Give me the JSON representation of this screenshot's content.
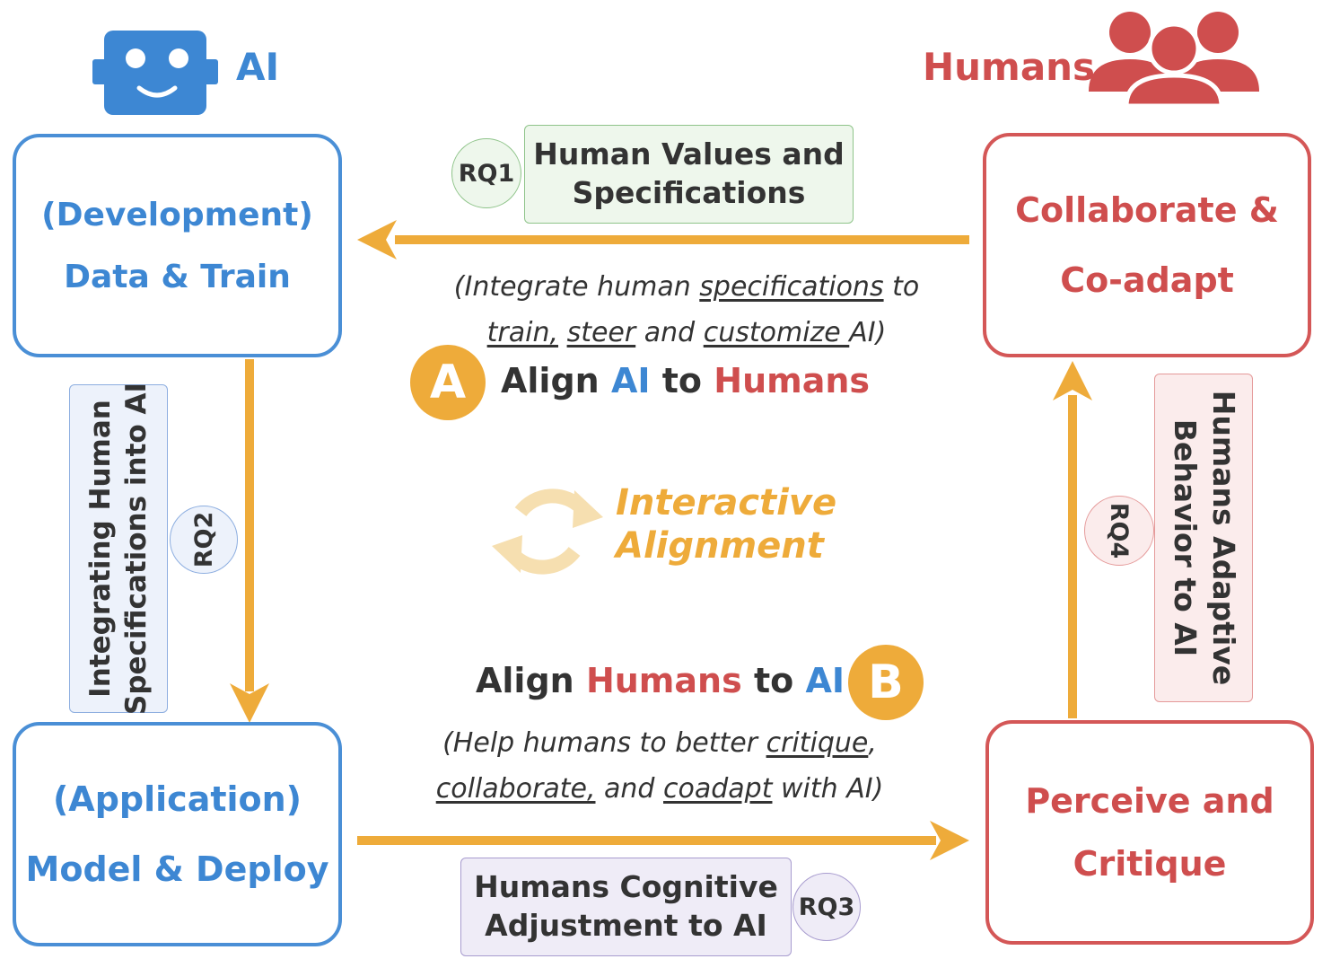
{
  "ai_header": {
    "label": "AI",
    "icon": "robot-icon",
    "color": "#3d87d3"
  },
  "humans_header": {
    "label": "Humans",
    "icon": "people-icon",
    "color": "#cf4e4e"
  },
  "boxes": {
    "dev": {
      "line1": "(Development)",
      "line2": "Data & Train"
    },
    "app": {
      "line1": "(Application)",
      "line2": "Model & Deploy"
    },
    "collab": {
      "line1": "Collaborate &",
      "line2": "Co-adapt"
    },
    "perceive": {
      "line1": "Perceive and",
      "line2": "Critique"
    }
  },
  "rq_labels": {
    "rq1": {
      "badge": "RQ1",
      "line1": "Human Values and",
      "line2": "Specifications"
    },
    "rq2": {
      "badge": "RQ2",
      "line1": "Integrating Human",
      "line2": "Specifications into AI"
    },
    "rq3": {
      "badge": "RQ3",
      "line1": "Humans Cognitive",
      "line2": "Adjustment to AI"
    },
    "rq4": {
      "badge": "RQ4",
      "line1": "Humans Adaptive",
      "line2": "Behavior to AI"
    }
  },
  "align_a": {
    "badge": "A",
    "prefix": "Align",
    "ai": "AI",
    "mid": "to",
    "humans": "Humans",
    "desc": {
      "l1_pre": "(Integrate human ",
      "l1_u": "specifications",
      "l1_post": " to",
      "l2_u1": "train,",
      "l2_u2": "steer",
      "l2_mid": " and ",
      "l2_u3": "customize ",
      "l2_post": "AI)"
    }
  },
  "align_b": {
    "badge": "B",
    "prefix": "Align",
    "humans": "Humans",
    "mid": "to",
    "ai": "AI",
    "desc": {
      "l1_pre": "(Help humans to better ",
      "l1_u": "critique",
      "l1_post": ",",
      "l2_u1": "collaborate,",
      "l2_mid": " and ",
      "l2_u2": "coadapt",
      "l2_post": " with AI)"
    }
  },
  "center": {
    "line1": "Interactive",
    "line2": "Alignment",
    "icon": "cycle-arrows-icon"
  },
  "colors": {
    "ai_blue": "#3d87d3",
    "human_red": "#cf4e4e",
    "arrow_orange": "#eeab3a",
    "rq1_fill": "#eef7ec",
    "rq2_fill": "#edf2fb",
    "rq3_fill": "#efecf7",
    "rq4_fill": "#fbecec"
  }
}
